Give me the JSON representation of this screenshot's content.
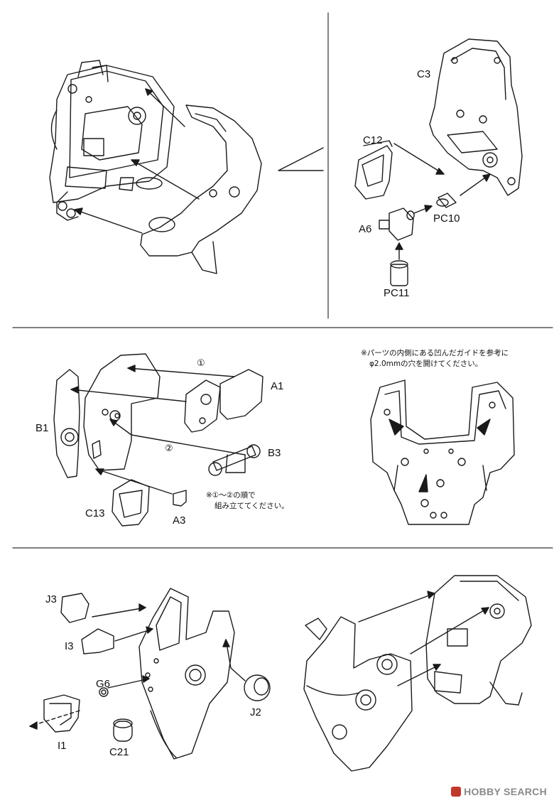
{
  "panels": {
    "top_right": {
      "labels": {
        "c3": "C3",
        "c12": "C12",
        "pc10": "PC10",
        "a6": "A6",
        "pc11": "PC11"
      }
    },
    "middle_left": {
      "labels": {
        "a1": "A1",
        "b1": "B1",
        "b3": "B3",
        "c13": "C13",
        "a3": "A3"
      },
      "steps": {
        "step1": "①",
        "step2": "②"
      },
      "note_lines": [
        "※①～②の順で",
        "組み立ててください。"
      ]
    },
    "middle_right": {
      "note_lines": [
        "※パーツの内側にある凹んだガイドを参考に",
        "φ2.0mmの穴を開けてください。"
      ]
    },
    "bottom_left": {
      "labels": {
        "j3": "J3",
        "i3": "I3",
        "g6": "G6",
        "i1": "I1",
        "j2": "J2",
        "c21": "C21"
      }
    }
  },
  "watermark": {
    "logo_icon": "hobby-search-logo-icon",
    "text": "HOBBY SEARCH",
    "color": "#c0392b"
  }
}
